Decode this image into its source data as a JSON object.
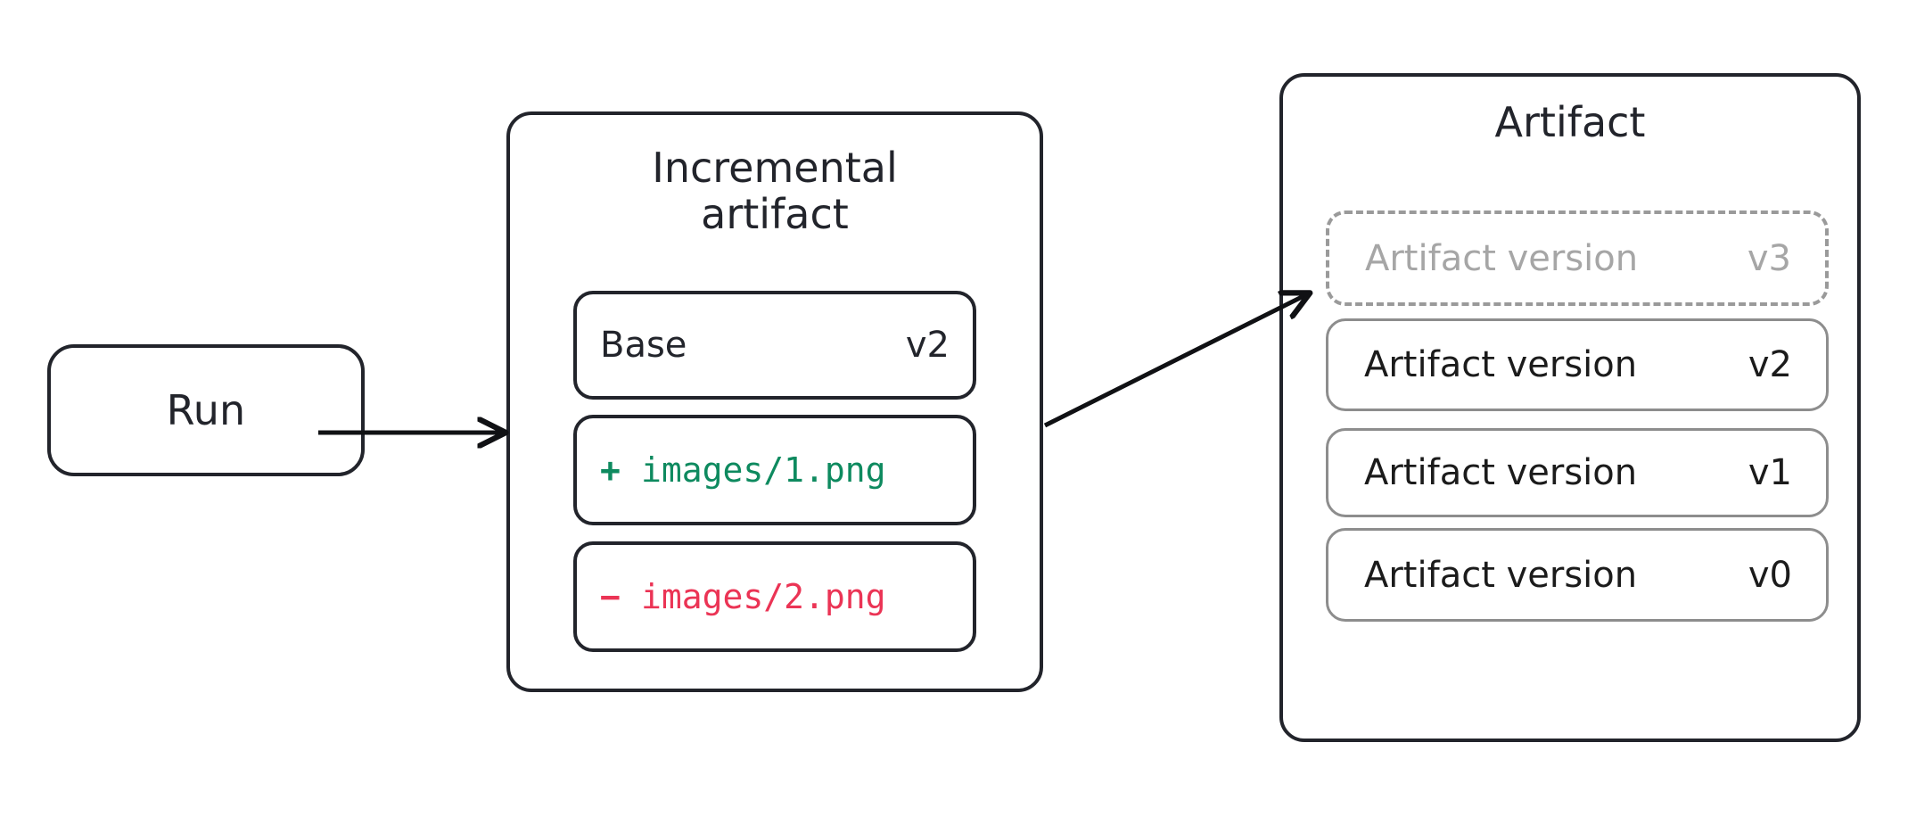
{
  "diagram": {
    "title_run": "Run",
    "nodes": {
      "run": {
        "label": "Run"
      },
      "incremental": {
        "title": "Incremental\nartifact",
        "rows": [
          {
            "name": "base-row",
            "label": "Base",
            "version": "v2"
          },
          {
            "name": "add-row",
            "sign": "+",
            "path": "images/1.png",
            "color": "#0e8a5f"
          },
          {
            "name": "remove-row",
            "sign": "−",
            "path": "images/2.png",
            "color": "#eb3455"
          }
        ]
      },
      "artifact": {
        "title": "Artifact",
        "versions": [
          {
            "label": "Artifact version",
            "version": "v3",
            "state": "pending"
          },
          {
            "label": "Artifact version",
            "version": "v2",
            "state": "existing"
          },
          {
            "label": "Artifact version",
            "version": "v1",
            "state": "existing"
          },
          {
            "label": "Artifact version",
            "version": "v0",
            "state": "existing"
          }
        ]
      }
    },
    "edges": [
      {
        "name": "run-to-incremental",
        "from": "run",
        "to": "incremental",
        "style": "solid-arrow"
      },
      {
        "name": "incremental-to-artifact",
        "from": "incremental",
        "to": "artifact-version-v3",
        "style": "solid-arrow"
      }
    ],
    "colors": {
      "stroke_dark": "#22242b",
      "stroke_gray": "#8d8d8d",
      "stroke_dashed": "#9a9a9a",
      "text_dark": "#22242b",
      "text_muted": "#a6a6a6",
      "add_green": "#0e8a5f",
      "remove_red": "#eb3455",
      "background": "#ffffff"
    }
  }
}
